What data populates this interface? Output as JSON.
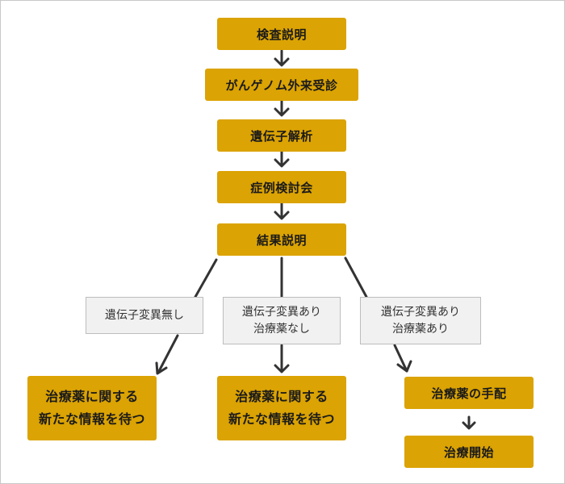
{
  "steps": {
    "explanation": "検査説明",
    "outpatient": "がんゲノム外来受診",
    "analysis": "遺伝子解析",
    "conference": "症例検討会",
    "result": "結果説明"
  },
  "branches": {
    "no_mutation": "遺伝子変異無し",
    "mutation_no_drug": "遺伝子変異あり\n治療薬なし",
    "mutation_with_drug": "遺伝子変異あり\n治療薬あり"
  },
  "outcomes": {
    "wait_left": "治療薬に関する\n新たな情報を待つ",
    "wait_center": "治療薬に関する\n新たな情報を待つ",
    "arrange": "治療薬の手配",
    "start": "治療開始"
  },
  "colors": {
    "step_fill": "#dba303",
    "branch_fill": "#f1f1f1",
    "branch_border": "#bdbdbd",
    "arrow": "#333333"
  }
}
